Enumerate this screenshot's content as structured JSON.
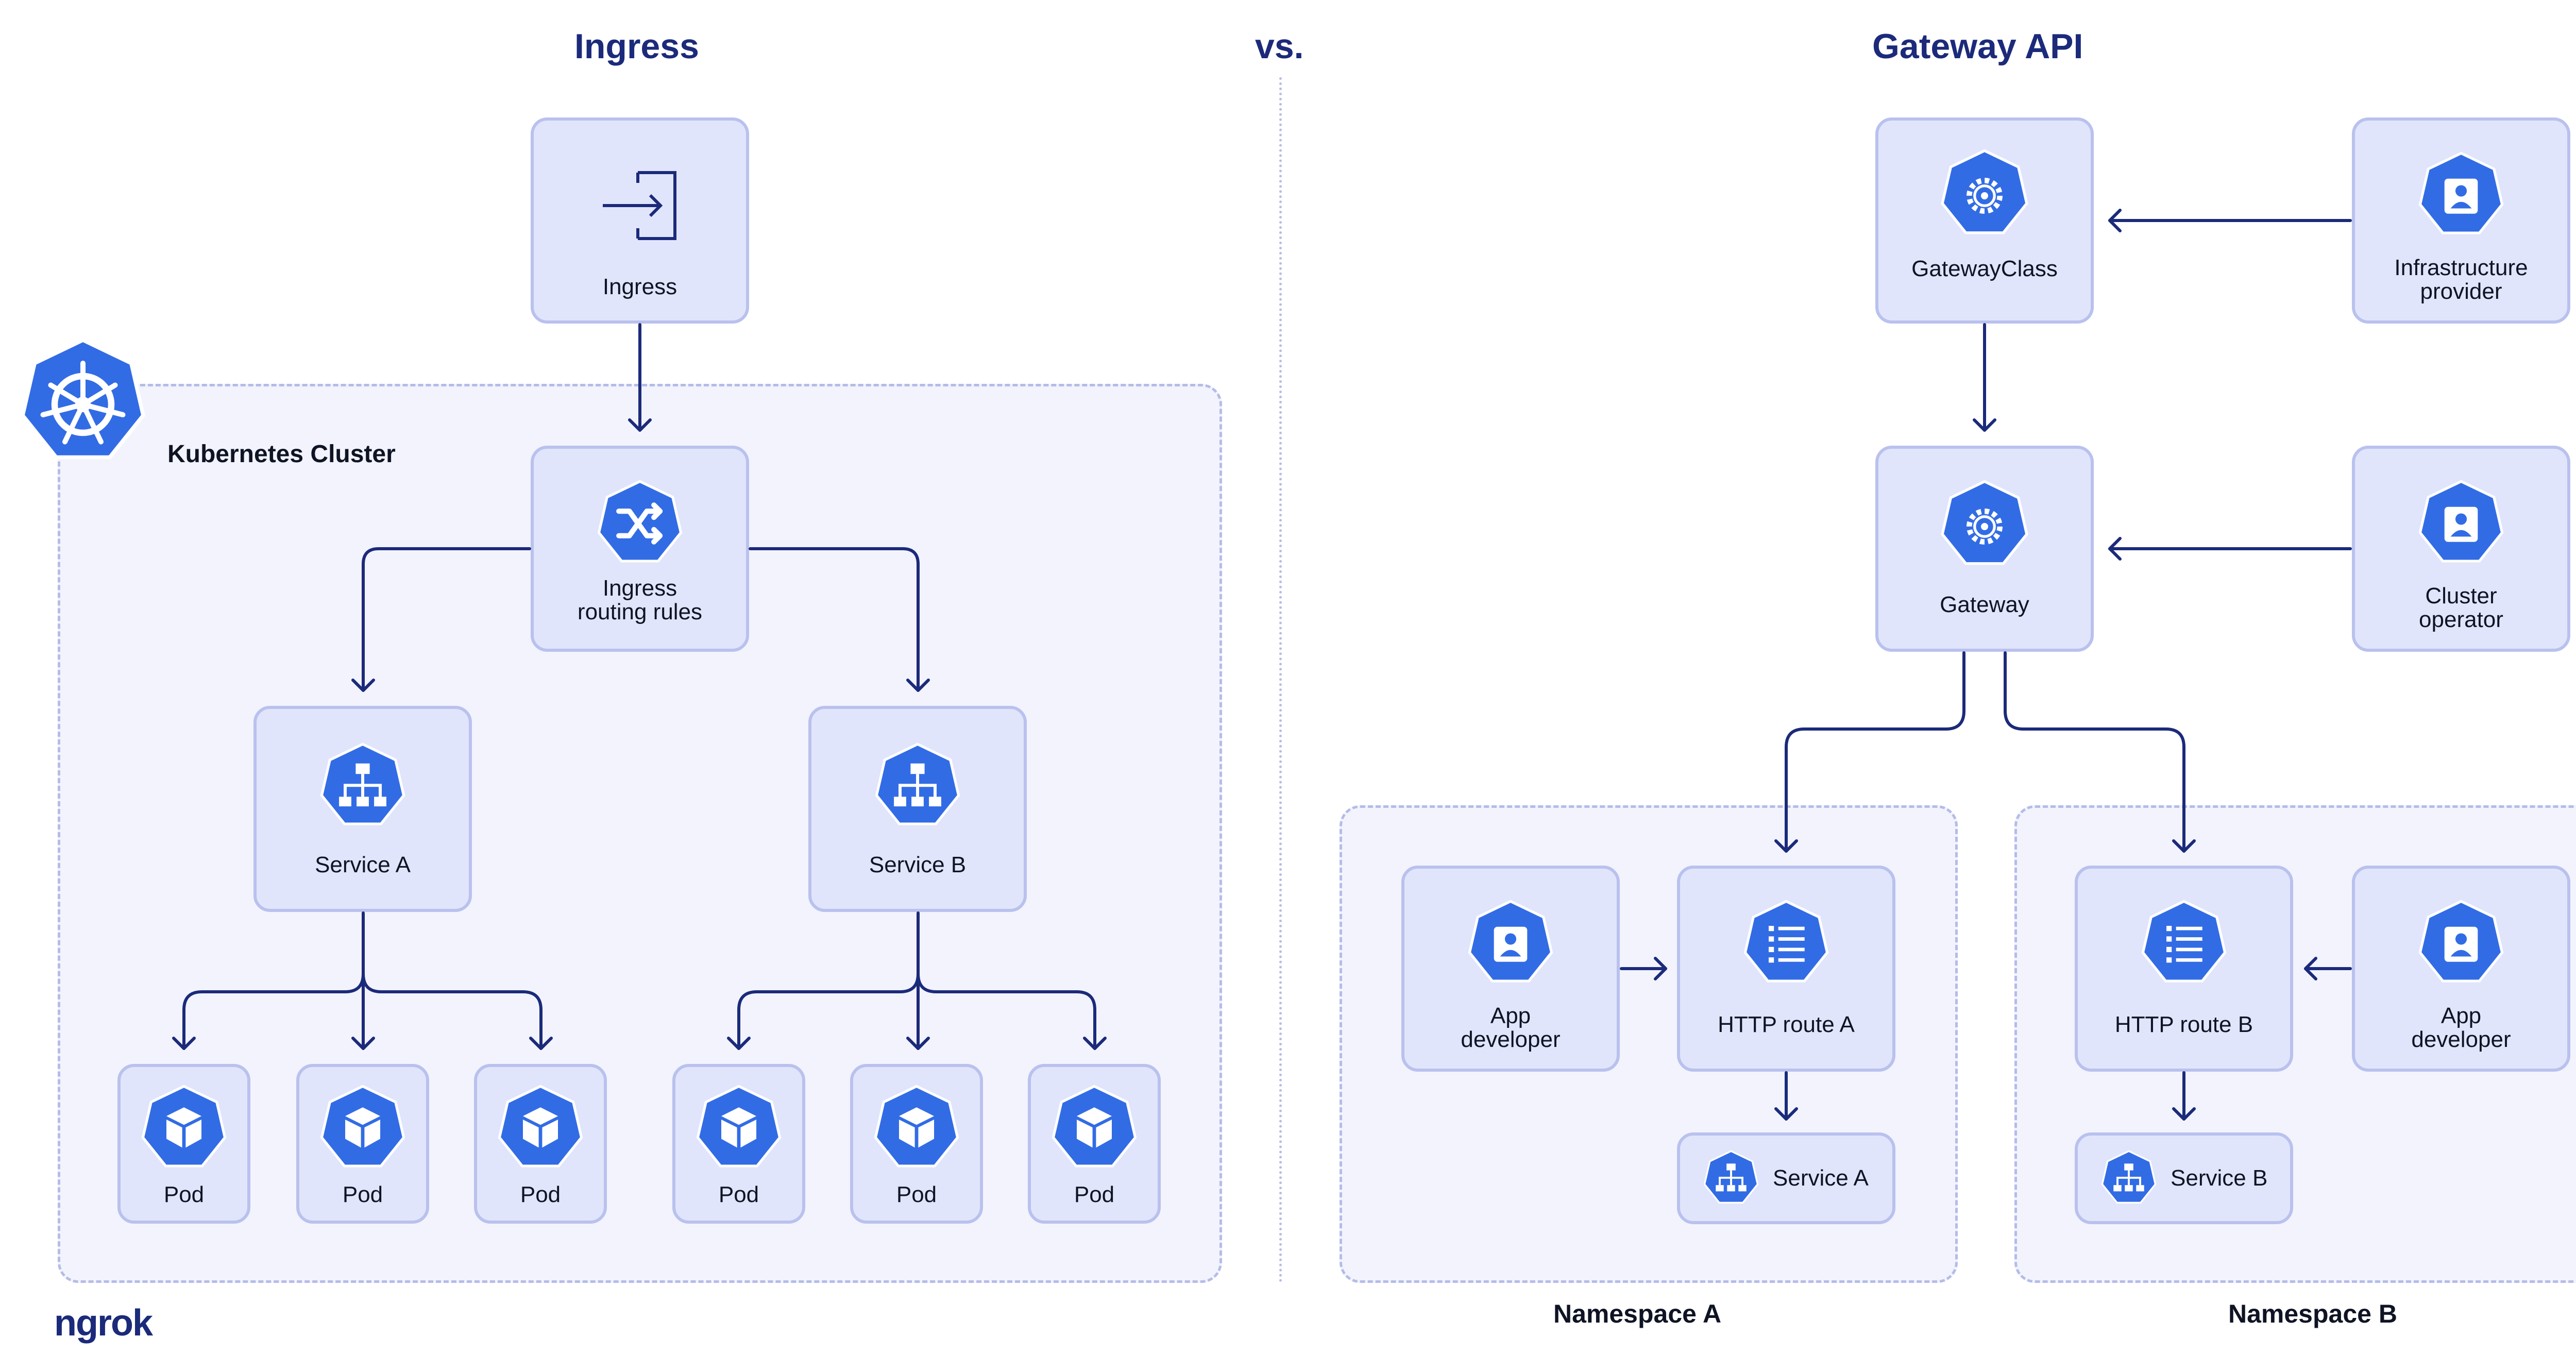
{
  "titles": {
    "left": "Ingress",
    "center": "vs.",
    "right": "Gateway API"
  },
  "ingress_side": {
    "cluster_label": "Kubernetes Cluster",
    "kubernetes_logo_icon": "helm-wheel-icon",
    "ingress": {
      "label": "Ingress",
      "icon": "enter-arrow-icon"
    },
    "routing_rules": {
      "label_line1": "Ingress",
      "label_line2": "routing rules",
      "icon": "shuffle-icon"
    },
    "service_a": {
      "label": "Service A",
      "icon": "service-hierarchy-icon"
    },
    "service_b": {
      "label": "Service B",
      "icon": "service-hierarchy-icon"
    },
    "pods": [
      "Pod",
      "Pod",
      "Pod",
      "Pod",
      "Pod",
      "Pod"
    ],
    "pod_icon": "pod-cube-icon"
  },
  "gateway_side": {
    "gateway_class": {
      "label": "GatewayClass",
      "icon": "gear-icon"
    },
    "infrastructure_provider": {
      "label_line1": "Infrastructure",
      "label_line2": "provider",
      "icon": "user-badge-icon"
    },
    "gateway": {
      "label": "Gateway",
      "icon": "gear-icon"
    },
    "cluster_operator": {
      "label_line1": "Cluster",
      "label_line2": "operator",
      "icon": "user-badge-icon"
    },
    "namespace_a": {
      "caption": "Namespace A",
      "app_developer": {
        "label_line1": "App",
        "label_line2": "developer",
        "icon": "user-badge-icon"
      },
      "http_route": {
        "label": "HTTP route A",
        "icon": "list-icon"
      },
      "service": {
        "label": "Service A",
        "icon": "service-hierarchy-icon"
      }
    },
    "namespace_b": {
      "caption": "Namespace B",
      "app_developer": {
        "label_line1": "App",
        "label_line2": "developer",
        "icon": "user-badge-icon"
      },
      "http_route": {
        "label": "HTTP route B",
        "icon": "list-icon"
      },
      "service": {
        "label": "Service B",
        "icon": "service-hierarchy-icon"
      }
    }
  },
  "brand": {
    "logo_text": "ngrok"
  },
  "colors": {
    "title": "#1b2a7a",
    "arrow": "#1b2a7a",
    "node_fill": "#e1e5fb",
    "node_border": "#b9c1ee",
    "cluster_fill": "#f2f3fc",
    "cluster_border": "#b4bce8",
    "icon_blue": "#326ce5"
  }
}
